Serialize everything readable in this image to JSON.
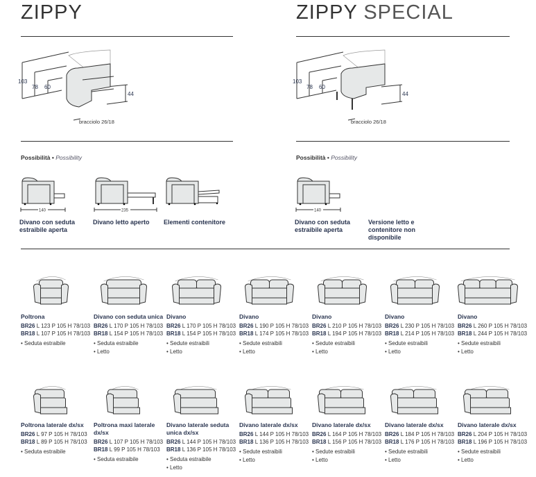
{
  "left": {
    "title": "ZIPPY",
    "dims": {
      "h1": "103",
      "h2": "78",
      "h3": "60",
      "seat": "44",
      "armrest": "bracciolo 26/18"
    }
  },
  "right": {
    "title_bold": "ZIPPY",
    "title_light": "SPECIAL",
    "dims": {
      "h1": "103",
      "h2": "78",
      "h3": "60",
      "seat": "44",
      "armrest": "bracciolo 26/18"
    }
  },
  "possibility": {
    "it": "Possibilità",
    "sep": " • ",
    "en": "Possibility"
  },
  "left_options": [
    {
      "label": "Divano con seduta estraibile aperta",
      "measure": "140"
    },
    {
      "label": "Divano letto aperto",
      "measure": "235"
    },
    {
      "label": "Elementi contenitore",
      "measure": ""
    }
  ],
  "right_options": [
    {
      "label": "Divano con seduta estraibile aperta",
      "measure": "140"
    },
    {
      "label": "Versione letto e contenitore non disponibile",
      "measure": ""
    }
  ],
  "row1": [
    {
      "name": "Poltrona",
      "seats": 1,
      "br26": "L 123 P 105 H 78/103",
      "br18": "L 107 P 105 H 78/103",
      "bullets": [
        "Seduta estraibile"
      ]
    },
    {
      "name": "Divano con seduta unica",
      "seats": 1,
      "wide": true,
      "br26": "L 170 P 105 H 78/103",
      "br18": "L 154 P 105 H 78/103",
      "bullets": [
        "Seduta estraibile",
        "Letto"
      ]
    },
    {
      "name": "Divano",
      "seats": 2,
      "br26": "L 170 P 105 H 78/103",
      "br18": "L 154 P 105 H 78/103",
      "bullets": [
        "Sedute estraibili",
        "Letto"
      ]
    },
    {
      "name": "Divano",
      "seats": 2,
      "br26": "L 190 P 105 H 78/103",
      "br18": "L 174 P 105 H 78/103",
      "bullets": [
        "Sedute estraibili",
        "Letto"
      ]
    },
    {
      "name": "Divano",
      "seats": 2,
      "br26": "L 210 P 105 H 78/103",
      "br18": "L 194 P 105 H 78/103",
      "bullets": [
        "Sedute estraibili",
        "Letto"
      ]
    },
    {
      "name": "Divano",
      "seats": 2,
      "br26": "L 230 P 105 H 78/103",
      "br18": "L 214 P 105 H 78/103",
      "bullets": [
        "Sedute estraibili",
        "Letto"
      ]
    },
    {
      "name": "Divano",
      "seats": 3,
      "br26": "L 260 P 105 H 78/103",
      "br18": "L 244 P 105 H 78/103",
      "bullets": [
        "Sedute estraibili",
        "Letto"
      ]
    }
  ],
  "row2": [
    {
      "name": "Poltrona laterale dx/sx",
      "seats": 1,
      "side": true,
      "br26": "L 97 P 105 H 78/103",
      "br18": "L 89 P 105 H 78/103",
      "bullets": [
        "Seduta estraibile"
      ]
    },
    {
      "name": "Poltrona maxi laterale dx/sx",
      "seats": 1,
      "side": true,
      "br26": "L 107 P 105 H 78/103",
      "br18": "L 99 P 105 H 78/103",
      "bullets": [
        "Seduta estraibile"
      ]
    },
    {
      "name": "Divano laterale seduta unica dx/sx",
      "seats": 1,
      "side": true,
      "wide": true,
      "br26": "L 144 P 105 H 78/103",
      "br18": "L 136 P 105 H 78/103",
      "bullets": [
        "Seduta estraibile",
        "Letto"
      ]
    },
    {
      "name": "Divano laterale dx/sx",
      "seats": 2,
      "side": true,
      "br26": "L 144 P 105 H 78/103",
      "br18": "L 136 P 105 H 78/103",
      "bullets": [
        "Sedute estraibili",
        "Letto"
      ]
    },
    {
      "name": "Divano laterale dx/sx",
      "seats": 2,
      "side": true,
      "br26": "L 164 P 105 H 78/103",
      "br18": "L 156 P 105 H 78/103",
      "bullets": [
        "Sedute estraibili",
        "Letto"
      ]
    },
    {
      "name": "Divano laterale dx/sx",
      "seats": 2,
      "side": true,
      "br26": "L 184 P 105 H 78/103",
      "br18": "L 176 P 105 H 78/103",
      "bullets": [
        "Sedute estraibili",
        "Letto"
      ]
    },
    {
      "name": "Divano laterale dx/sx",
      "seats": 2,
      "side": true,
      "br26": "L 204 P 105 H 78/103",
      "br18": "L 196 P 105 H 78/103",
      "bullets": [
        "Sedute estraibili",
        "Letto"
      ]
    }
  ],
  "labels": {
    "br26": "BR26",
    "br18": "BR18",
    "bullet": "• "
  },
  "colors": {
    "text": "#2a3550",
    "fill": "#e6e8e8",
    "stroke": "#333333"
  }
}
